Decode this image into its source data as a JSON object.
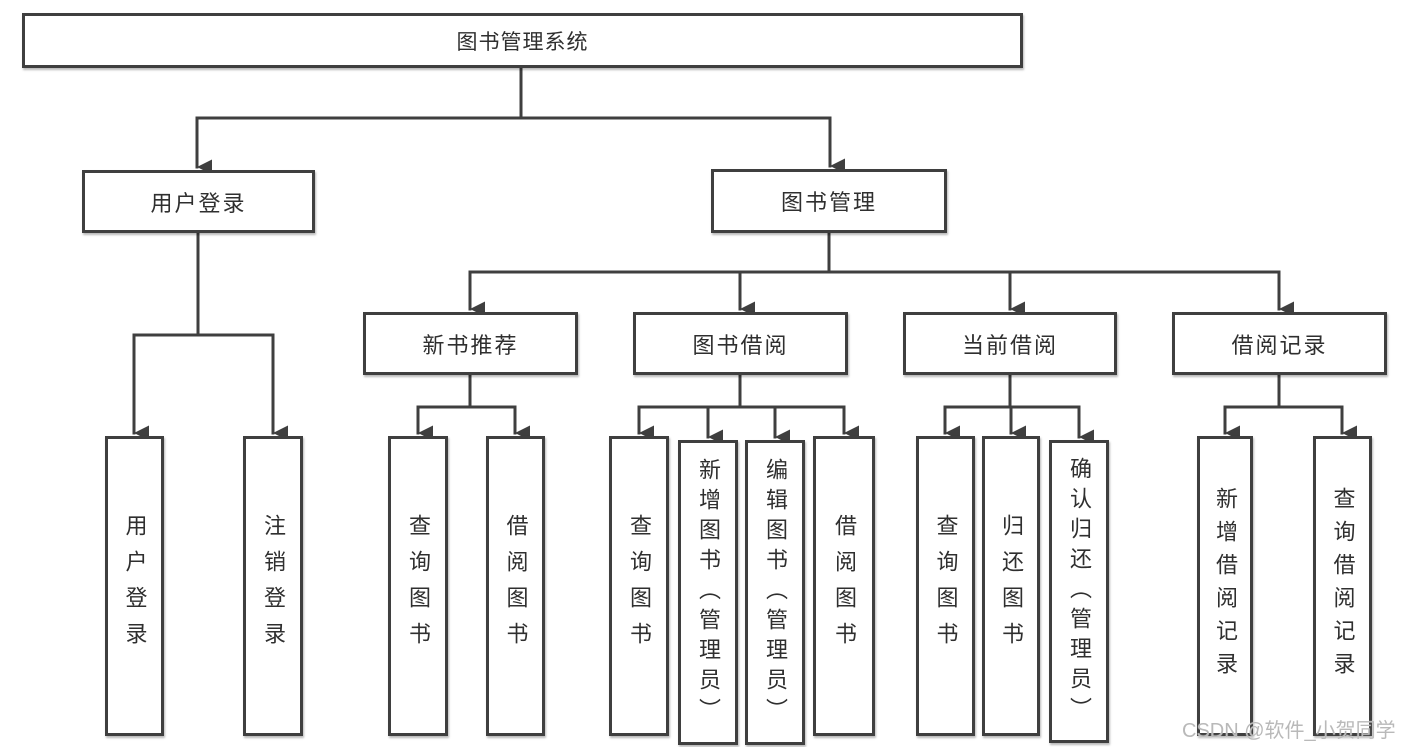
{
  "tree": {
    "root_label": "图书管理系统",
    "login_branch": {
      "label": "用户登录",
      "children": [
        "用户登录",
        "注销登录"
      ]
    },
    "mgmt_branch": {
      "label": "图书管理",
      "groups": [
        {
          "label": "新书推荐",
          "children": [
            "查询图书",
            "借阅图书"
          ]
        },
        {
          "label": "图书借阅",
          "children": [
            "查询图书",
            "新增图书（管理员）",
            "编辑图书（管理员）",
            "借阅图书"
          ]
        },
        {
          "label": "当前借阅",
          "children": [
            "查询图书",
            "归还图书",
            "确认归还（管理员）"
          ]
        },
        {
          "label": "借阅记录",
          "children": [
            "新增借阅记录",
            "查询借阅记录"
          ]
        }
      ]
    }
  },
  "watermark": "CSDN @软件_小贺同学",
  "colors": {
    "line": "#3f3f3f",
    "text": "#2f2f2f",
    "watermark": "#b9b9b9"
  }
}
